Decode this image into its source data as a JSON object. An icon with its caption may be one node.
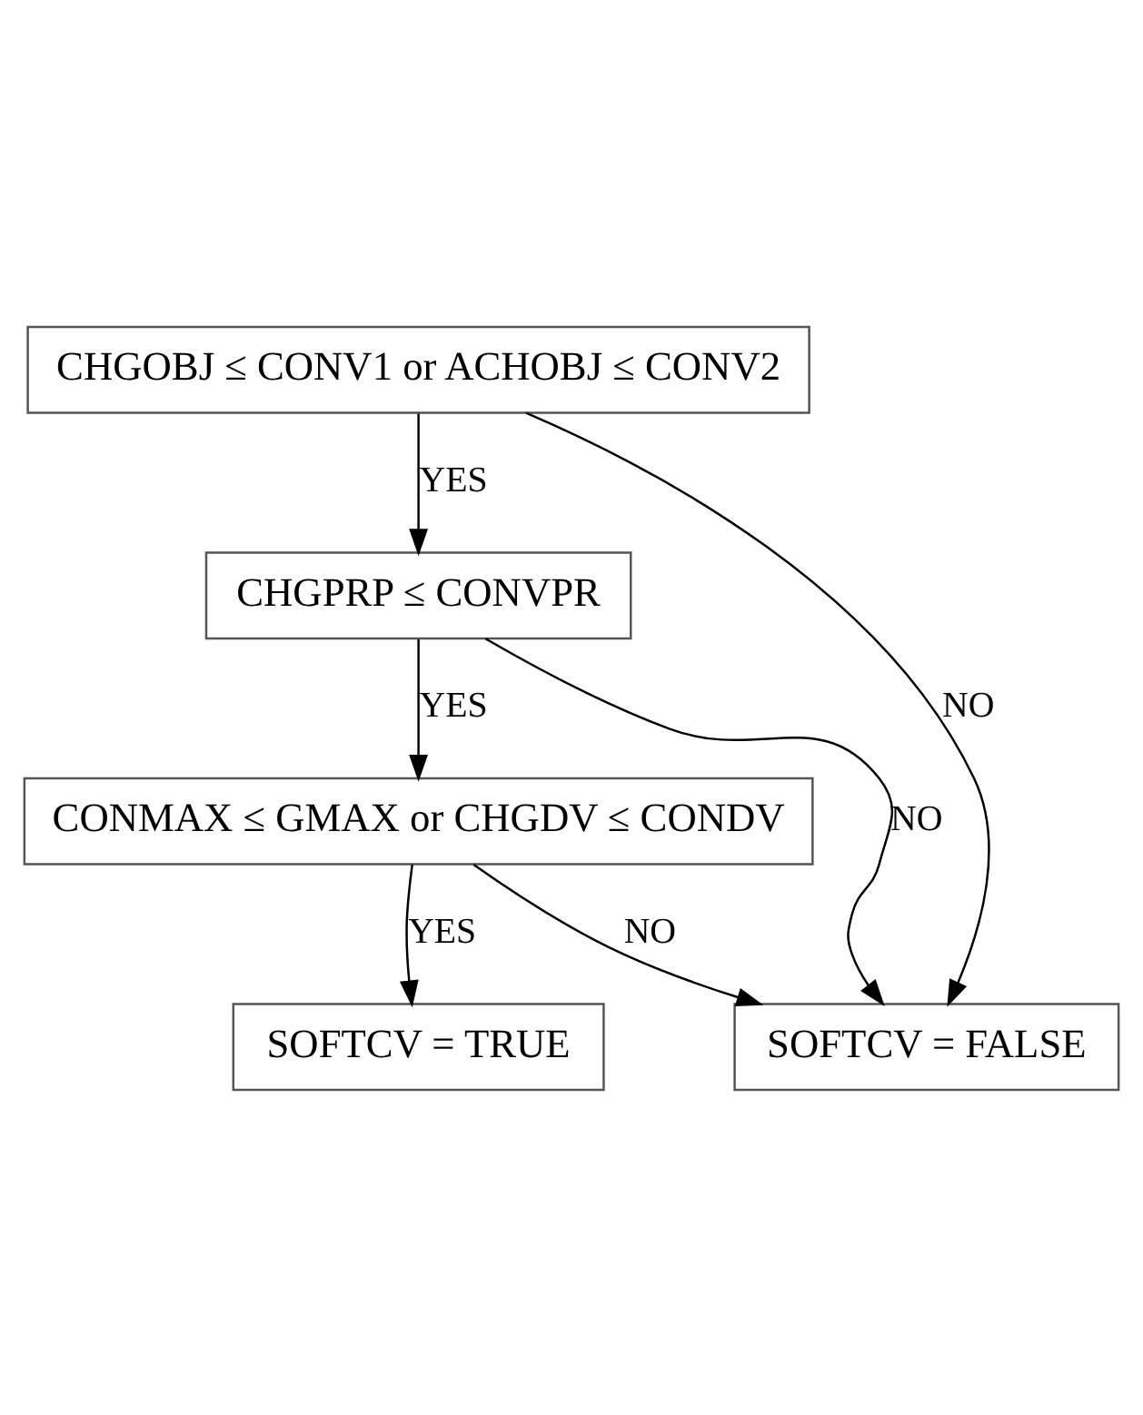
{
  "diagram": {
    "nodes": [
      {
        "text": [
          "CHGOBJ ≤ CONV1 or ACHOBJ ≤ CONV2"
        ]
      },
      {
        "text": [
          "CHGPRP ≤ CONVPR"
        ]
      },
      {
        "text": [
          "CONMAX ≤ GMAX or CHGDV ≤ CONDV"
        ]
      },
      {
        "text": [
          "SOFTCV = TRUE"
        ]
      },
      {
        "text": [
          "SOFTCV = FALSE"
        ]
      }
    ],
    "edges": [
      {
        "from": 0,
        "to": 1,
        "arrow": "to",
        "label": "YES"
      },
      {
        "from": 1,
        "to": 2,
        "arrow": "to",
        "label": "YES"
      },
      {
        "from": 2,
        "to": 3,
        "arrow": "to",
        "label": "YES"
      },
      {
        "from": 0,
        "to": 4,
        "arrow": "to",
        "label": "NO"
      },
      {
        "from": 1,
        "to": 4,
        "arrow": "to",
        "label": "NO"
      },
      {
        "from": 2,
        "to": 4,
        "arrow": "to",
        "label": "NO"
      }
    ]
  }
}
